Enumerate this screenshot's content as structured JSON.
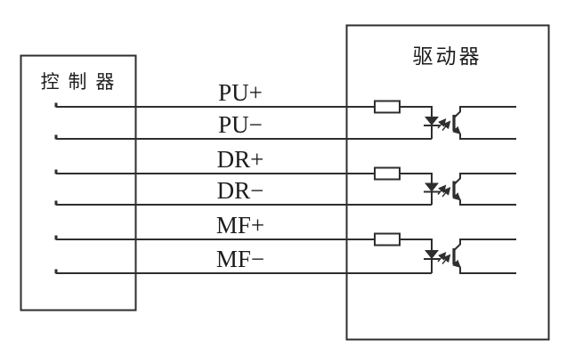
{
  "colors": {
    "line": "#2e2e2e",
    "text": "#1d1d1d",
    "background": "#ffffff"
  },
  "controller": {
    "label": "控 制 器"
  },
  "driver": {
    "label": "驱动器"
  },
  "signals": [
    {
      "label": "PU+"
    },
    {
      "label": "PU−"
    },
    {
      "label": "DR+"
    },
    {
      "label": "DR−"
    },
    {
      "label": "MF+"
    },
    {
      "label": "MF−"
    }
  ],
  "symbols": {
    "resistor": "series-input-resistor",
    "led": "optocoupler-led",
    "light_arrows": "led-light-emission-arrows",
    "phototransistor": "optocoupler-phototransistor"
  }
}
